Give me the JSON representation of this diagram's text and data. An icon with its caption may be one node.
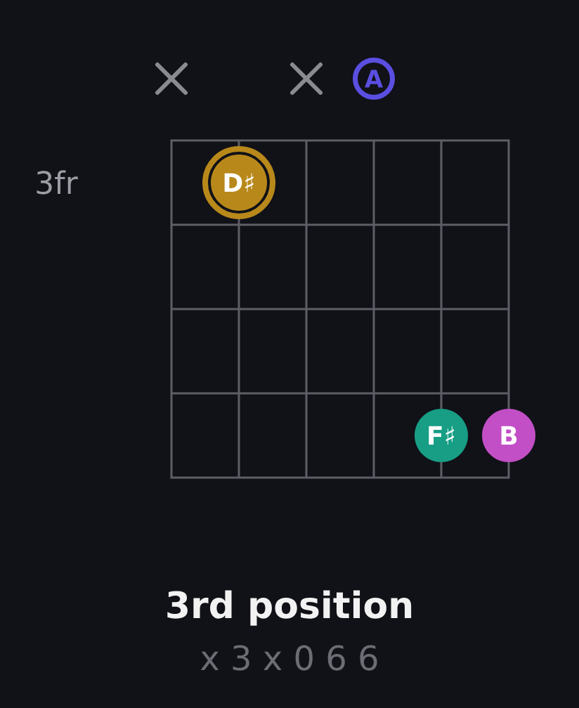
{
  "diagram": {
    "title": "3rd position",
    "nodes": [
      {
        "text": [
          "A"
        ]
      },
      {
        "text": [
          "D♯"
        ]
      },
      {
        "text": [
          "F♯"
        ]
      },
      {
        "text": [
          "B"
        ]
      }
    ],
    "labels": [
      "3fr",
      "x 3 x 0 6 6"
    ]
  }
}
